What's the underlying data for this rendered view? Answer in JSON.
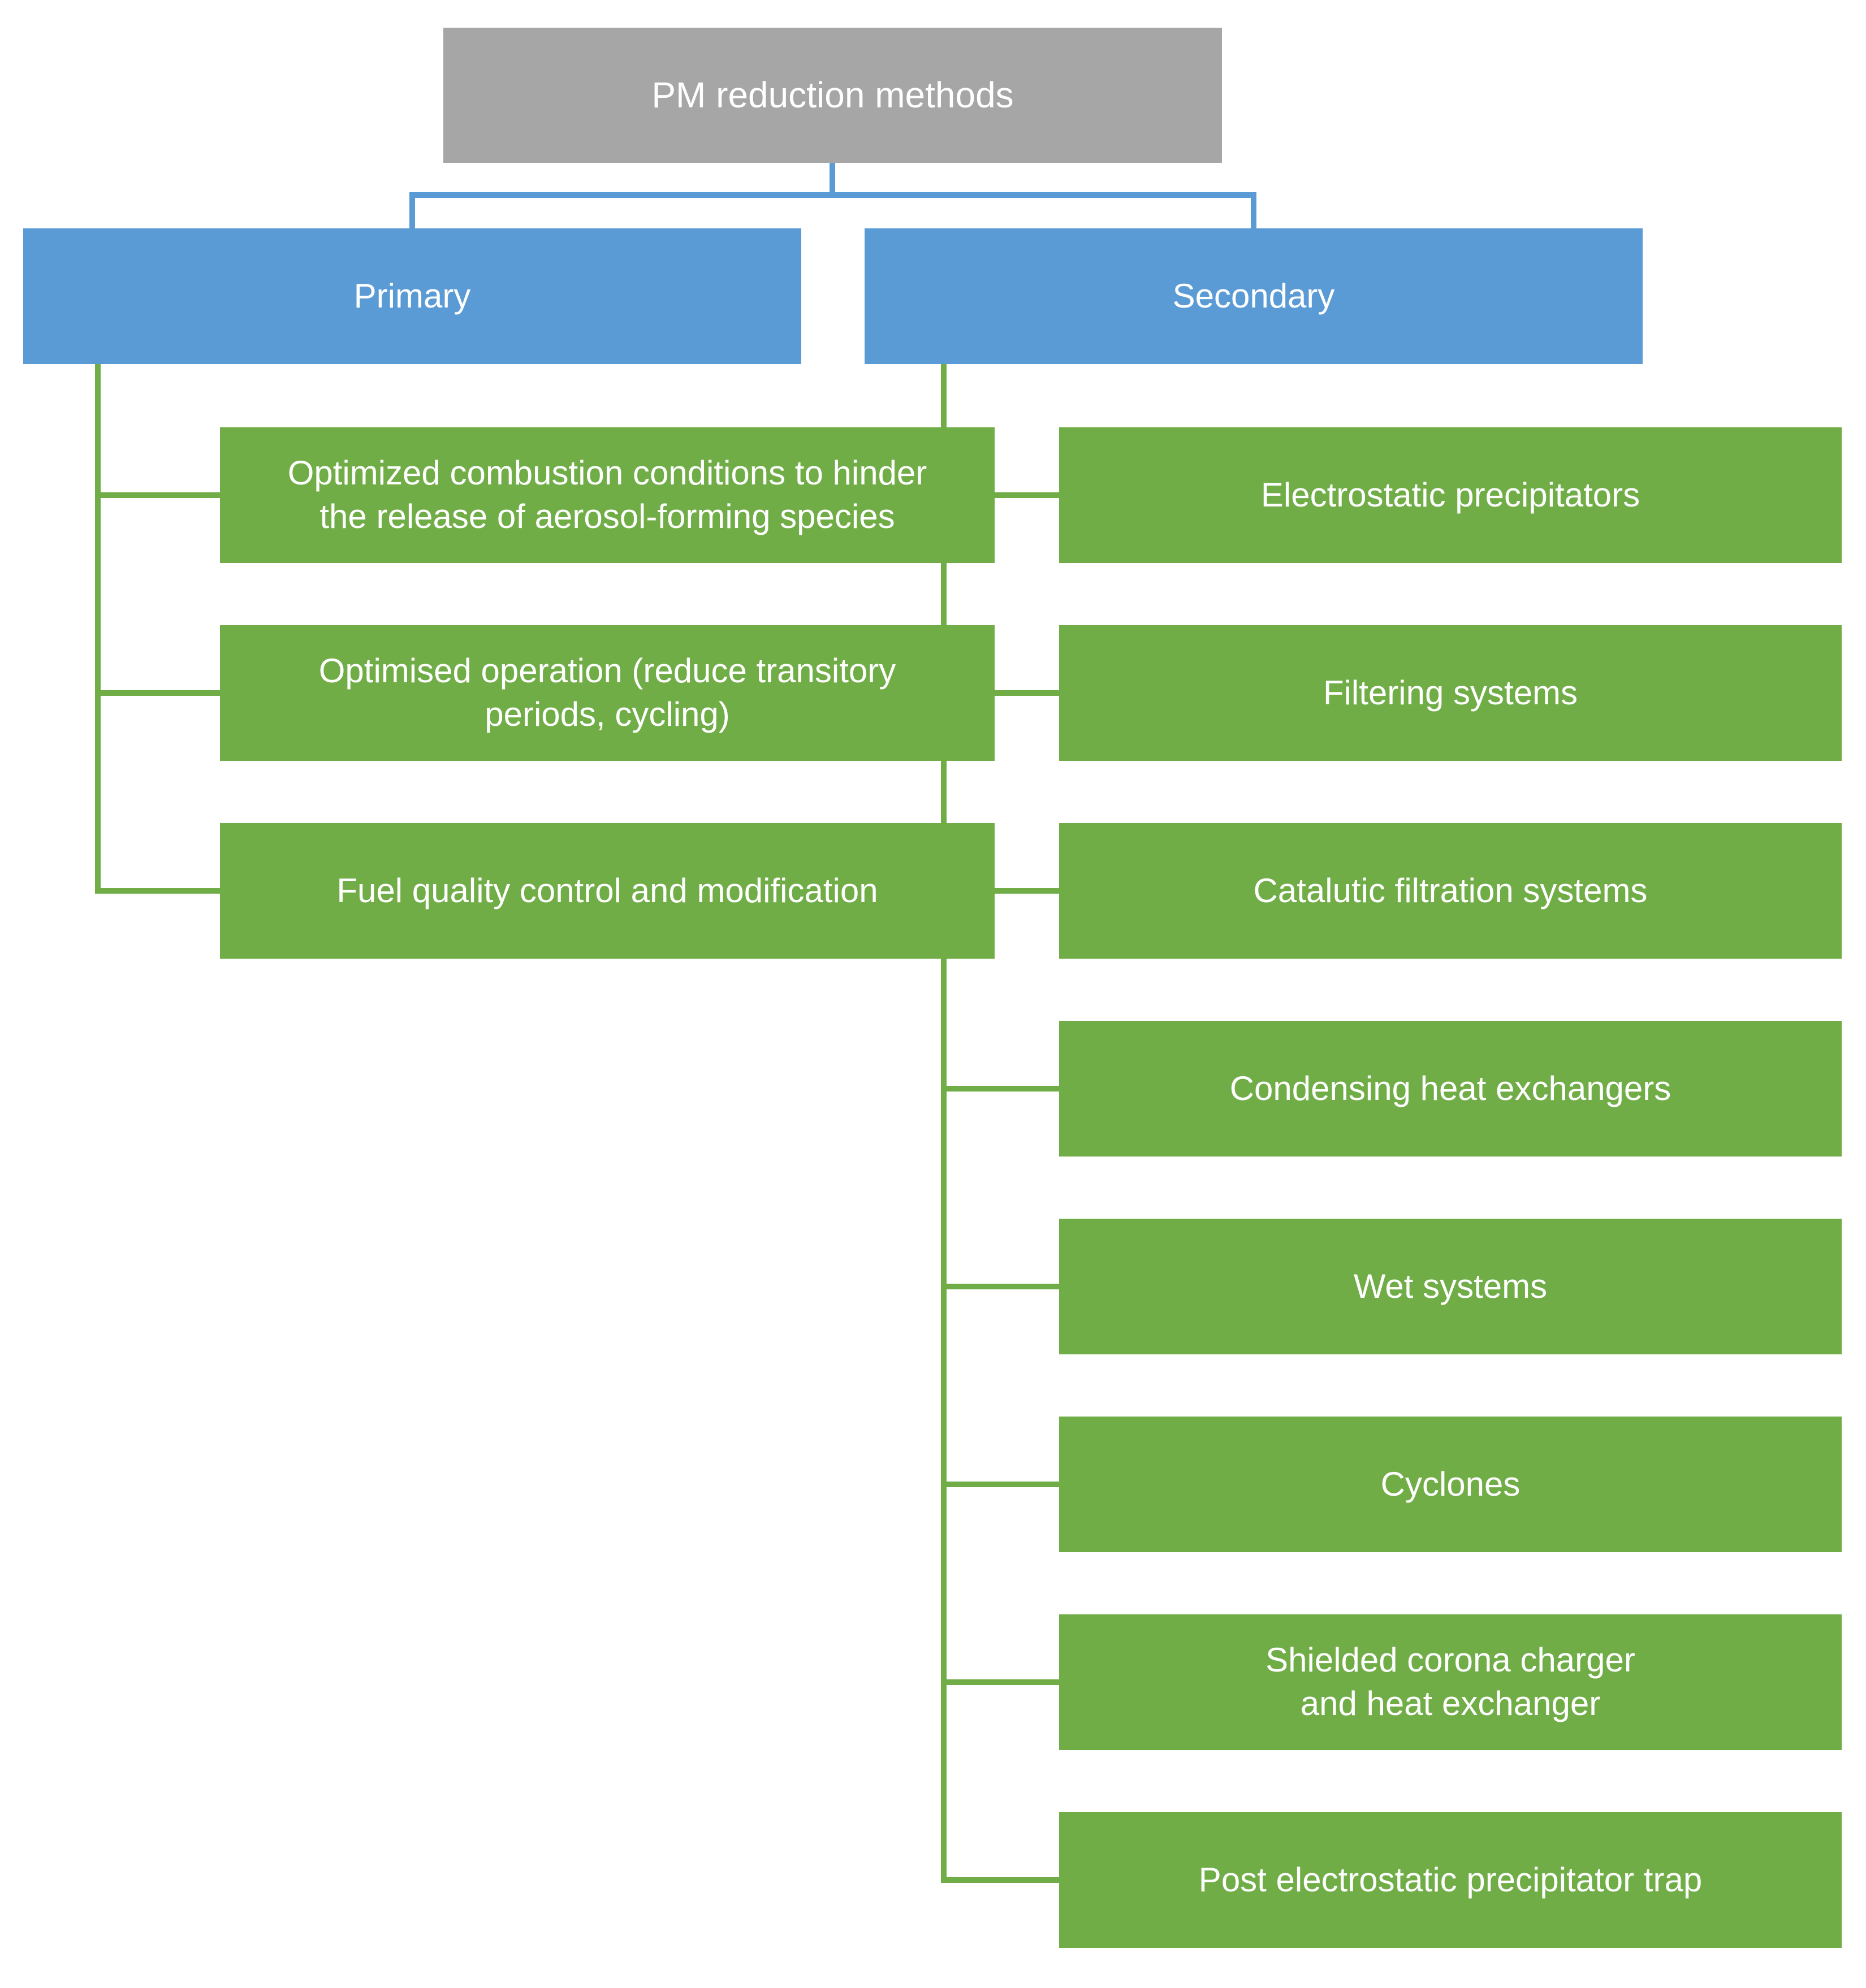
{
  "colors": {
    "canvas_bg": "#ffffff",
    "root_bg": "#a6a6a6",
    "branch_bg": "#5b9bd5",
    "leaf_bg": "#70ad47",
    "connector_blue": "#5b9bd5",
    "connector_green": "#70ad47",
    "node_text": "#ffffff"
  },
  "diagram": {
    "root": {
      "label": "PM reduction methods"
    },
    "branches": [
      {
        "label": "Primary",
        "children": [
          {
            "label": "Optimized combustion conditions to hinder\nthe release of aerosol-forming species"
          },
          {
            "label": "Optimised operation (reduce transitory\nperiods, cycling)"
          },
          {
            "label": "Fuel quality control and modification"
          }
        ]
      },
      {
        "label": "Secondary",
        "children": [
          {
            "label": "Electrostatic precipitators"
          },
          {
            "label": "Filtering systems"
          },
          {
            "label": "Catalutic filtration systems"
          },
          {
            "label": "Condensing heat exchangers"
          },
          {
            "label": "Wet systems"
          },
          {
            "label": "Cyclones"
          },
          {
            "label": "Shielded corona charger\nand heat exchanger"
          },
          {
            "label": "Post electrostatic precipitator trap"
          }
        ]
      }
    ]
  }
}
